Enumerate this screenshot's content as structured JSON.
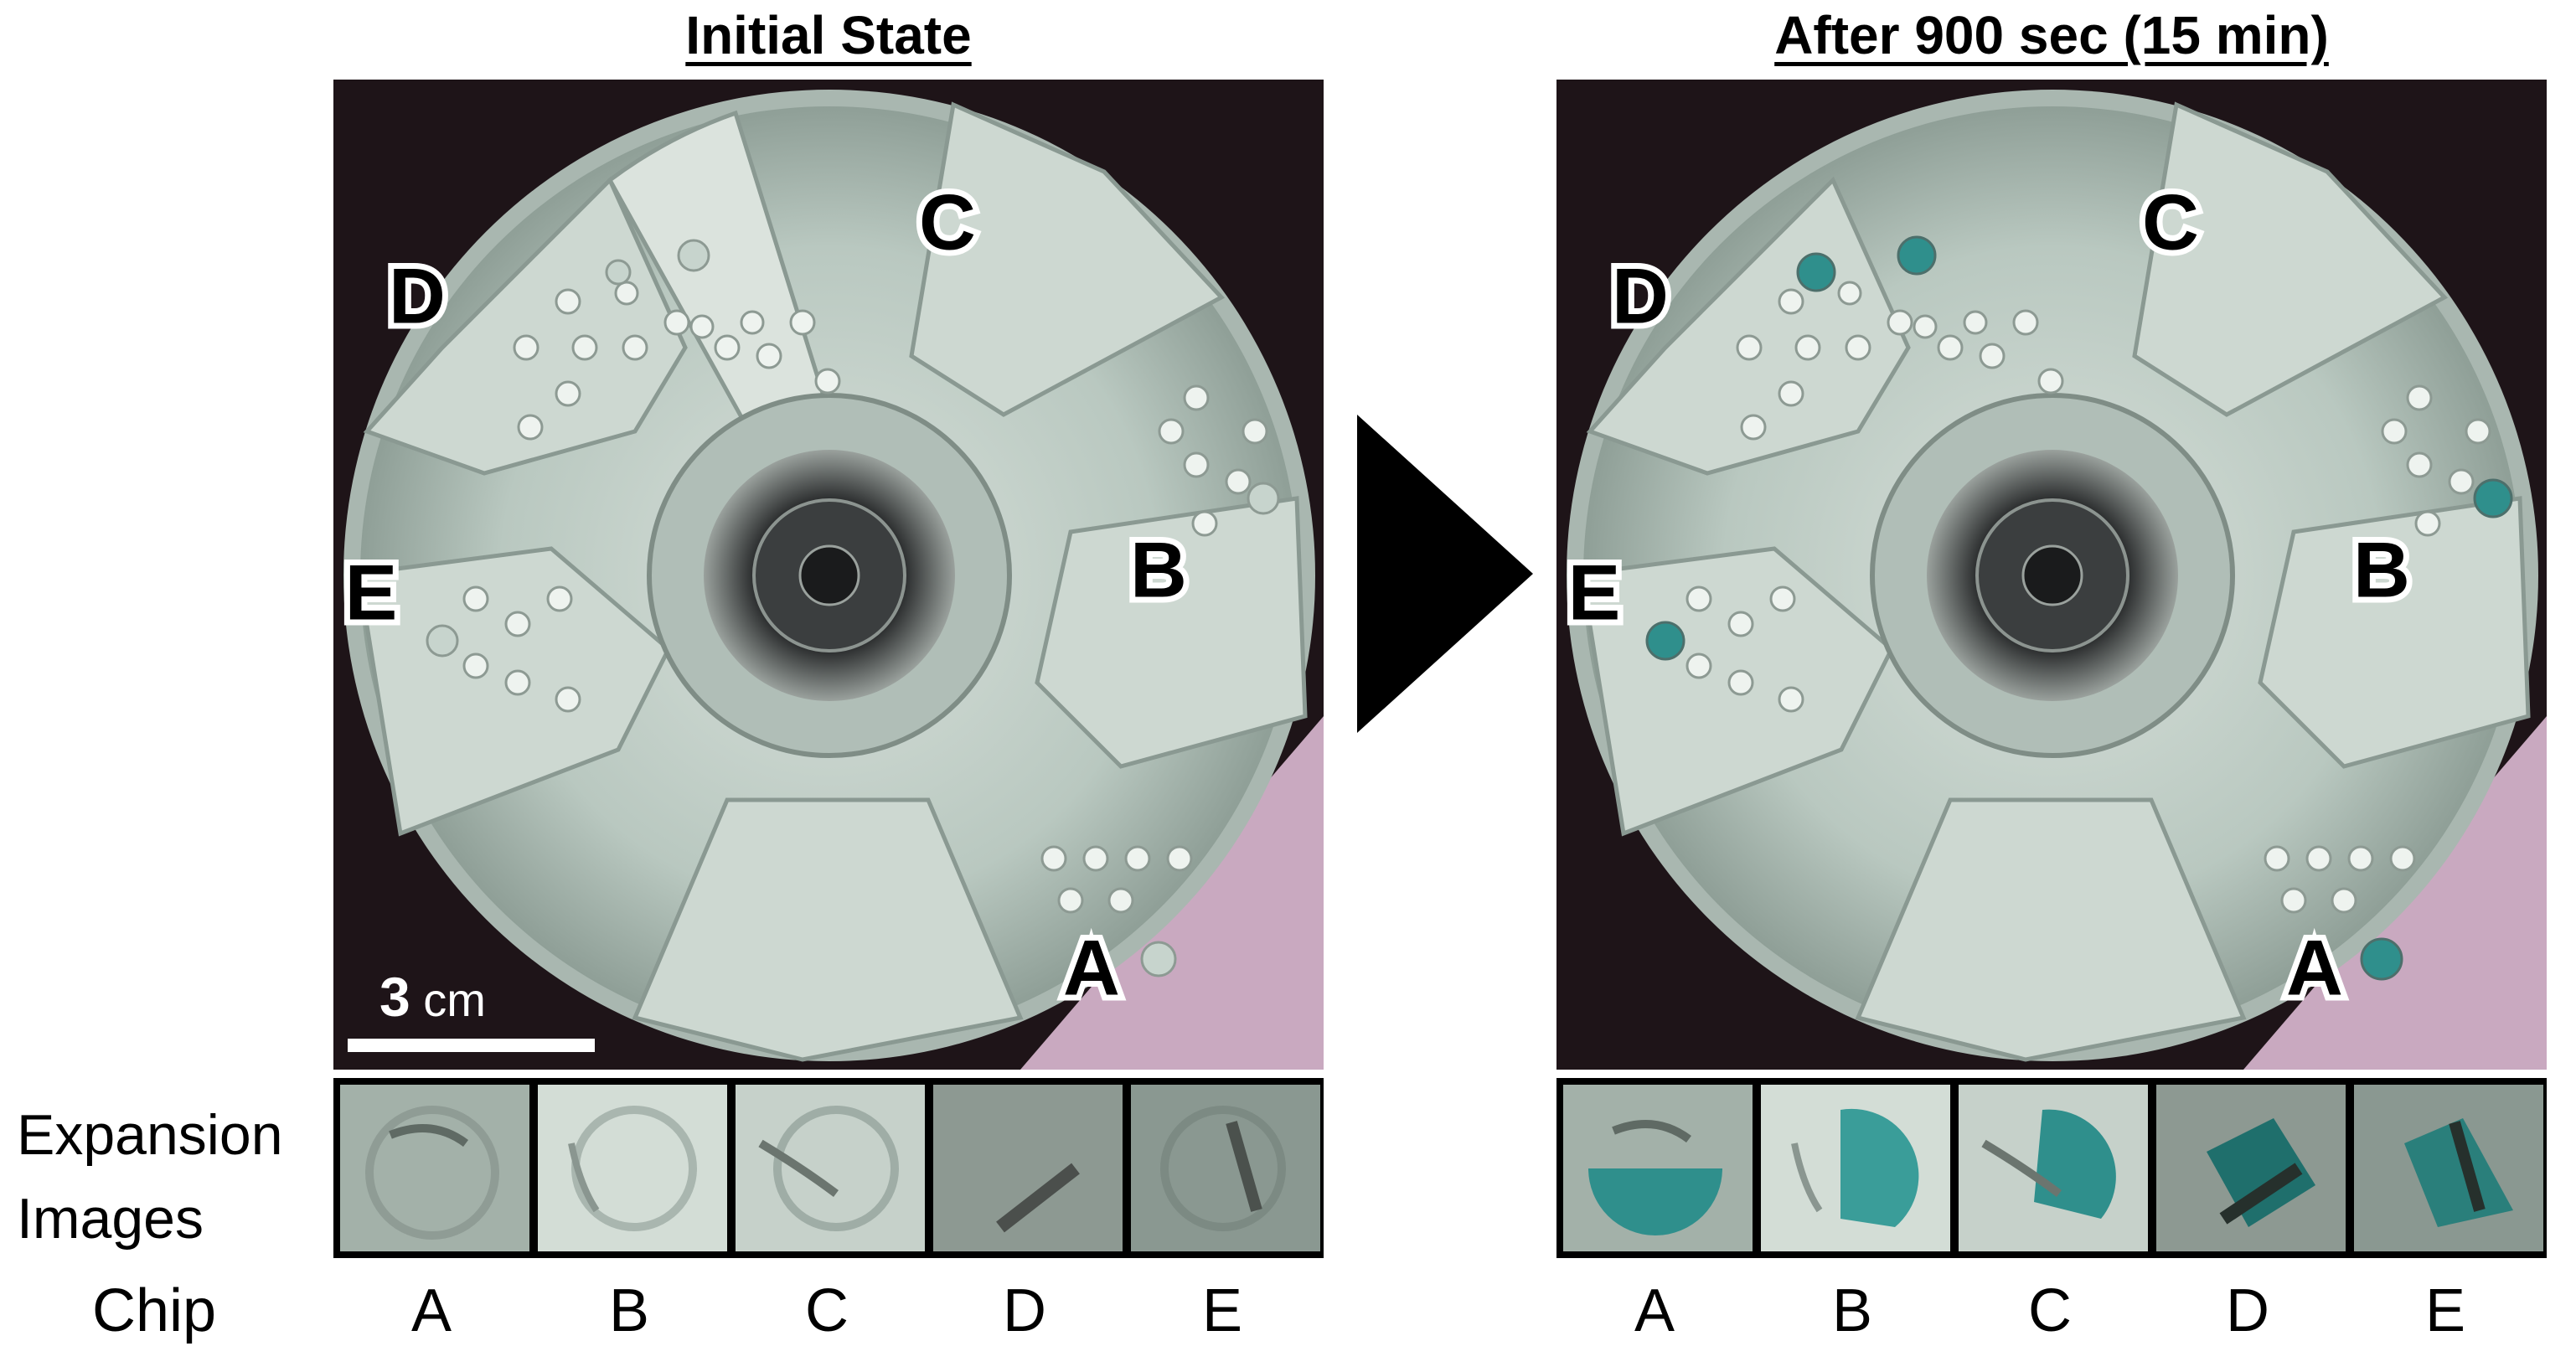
{
  "panels": {
    "left": {
      "title": "Initial State"
    },
    "right": {
      "title": "After 900 sec (15 min)"
    }
  },
  "disc_chip_labels": [
    "A",
    "B",
    "C",
    "D",
    "E"
  ],
  "scale_bar": {
    "value": "3",
    "unit": "cm"
  },
  "row_labels": {
    "expansion_line1": "Expansion",
    "expansion_line2": "Images",
    "chip": "Chip"
  },
  "chips": [
    "A",
    "B",
    "C",
    "D",
    "E"
  ],
  "icons": {
    "transition_arrow": "right-triangle-arrow-icon"
  },
  "colors": {
    "reaction_blue": "#2f8f8c",
    "disc_base": "#b7c6bf",
    "background_dark": "#1e1418"
  }
}
